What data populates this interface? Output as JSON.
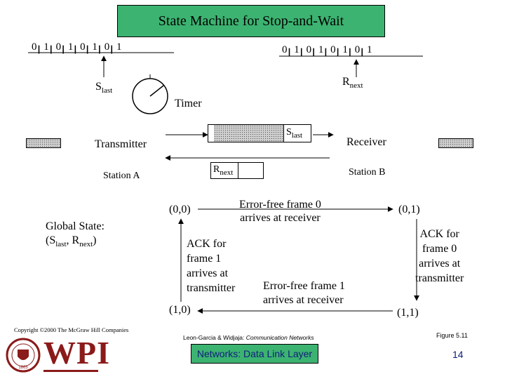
{
  "title": "State Machine for Stop-and-Wait",
  "sender_sequence": [
    "0",
    "1",
    "0",
    "1",
    "0",
    "1",
    "0",
    "1"
  ],
  "receiver_sequence": [
    "0",
    "1",
    "0",
    "1",
    "0",
    "1",
    "0",
    "1"
  ],
  "slast": {
    "main": "S",
    "sub": "last"
  },
  "rnext": {
    "main": "R",
    "sub": "next"
  },
  "timer_label": "Timer",
  "transmitter_label": "Transmitter",
  "receiver_label": "Receiver",
  "station_a": "Station A",
  "station_b": "Station B",
  "global_state": {
    "line1": "Global State:",
    "open": "(S",
    "s_sub": "last",
    "sep": ", R",
    "r_sub": "next",
    "close": ")"
  },
  "states": {
    "s00": "(0,0)",
    "s01": "(0,1)",
    "s10": "(1,0)",
    "s11": "(1,1)"
  },
  "transitions": {
    "top": [
      "Error-free frame 0",
      "arrives at receiver"
    ],
    "right": [
      "ACK for",
      "frame 0",
      "arrives at",
      "transmitter"
    ],
    "left": [
      "ACK for",
      "frame 1",
      "arrives at",
      "transmitter"
    ],
    "bottom": [
      "Error-free frame 1",
      "arrives at receiver"
    ]
  },
  "copyright": "Copyright ©2000 The McGraw Hill Companies",
  "citation": {
    "authors": "Leon-Garcia & Widjaja:",
    "book": "Communication Networks"
  },
  "figure": "Figure 5.11",
  "footer": "Networks: Data Link Layer",
  "page_number": "14",
  "logo": {
    "text": "WPI",
    "seal_year": "1865"
  },
  "colors": {
    "accent_green": "#3cb371",
    "footer_blue": "#10207a",
    "logo_red": "#8b1a1a"
  }
}
